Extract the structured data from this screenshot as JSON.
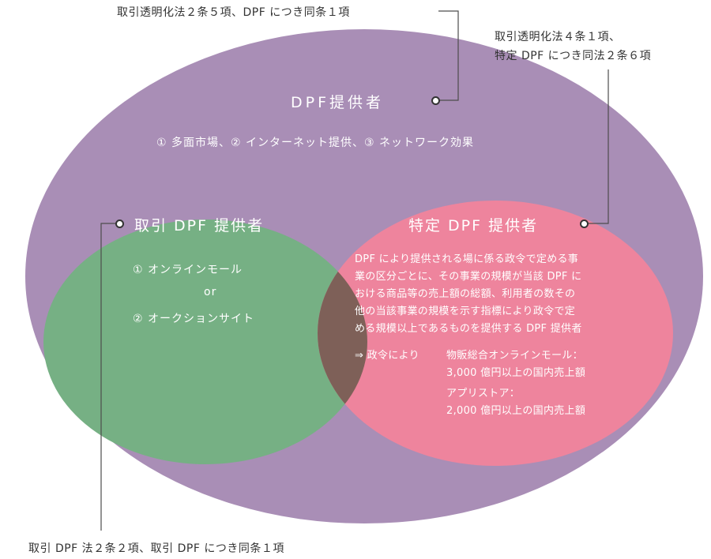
{
  "colors": {
    "dpf_outer": "#a98eb6",
    "transaction": "#76b084",
    "specified": "#ee849d",
    "overlap": "#7e6058",
    "line": "#4d4d4d"
  },
  "legal_refs": {
    "top": "取引透明化法２条５項、DPF につき同条１項",
    "top_right_line1": "取引透明化法４条１項、",
    "top_right_line2": "特定 DPF につき同法２条６項",
    "bottom": "取引 DPF 法２条２項、取引 DPF につき同条１項"
  },
  "dpf_provider": {
    "title": "DPF提供者",
    "features": "①  多面市場、②  インターネット提供、③  ネットワーク効果"
  },
  "transaction_dpf": {
    "title": "取引 DPF 提供者",
    "item1": "①  オンラインモール",
    "or": "or",
    "item2": "②  オークションサイト"
  },
  "specified_dpf": {
    "title": "特定 DPF 提供者",
    "description": [
      "DPF により提供される場に係る政令で定める事",
      "業の区分ごとに、その事業の規模が当該 DPF に",
      "おける商品等の売上額の総額、利用者の数その",
      "他の当該事業の規模を示す指標により政令で定",
      "める規模以上であるものを提供する DPF 提供者"
    ],
    "arrow_label": "⇒ 政令により",
    "criteria1_name": "物販総合オンラインモール：",
    "criteria1_value": "3,000 億円以上の国内売上額",
    "criteria2_name": "アプリストア：",
    "criteria2_value": "2,000 億円以上の国内売上額"
  }
}
